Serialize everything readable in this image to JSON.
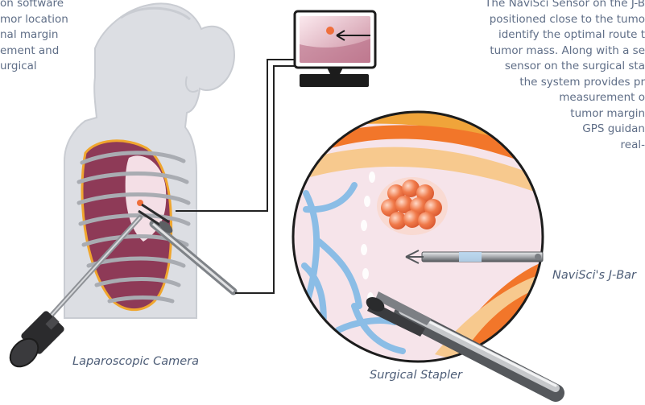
{
  "left_text": {
    "lines": [
      "on software",
      "mor location",
      "nal margin",
      "ement and",
      "urgical"
    ]
  },
  "right_text": {
    "lines": [
      "The NaviSci Sensor on the J-B",
      "positioned close to the tumo",
      "identify the optimal route t",
      "tumor mass. Along with a se",
      "sensor on the surgical sta",
      "the system provides pr",
      "measurement o",
      "tumor margin",
      "GPS guidan",
      "real-"
    ]
  },
  "labels": {
    "camera": "Laparoscopic Camera",
    "stapler": "Surgical Stapler",
    "jbar": "NaviSci's J-Bar"
  },
  "colors": {
    "text": "#5f6e87",
    "body": "#dcdee3",
    "lung": "#8e3a57",
    "tissue": "#f3dde4",
    "tumor": "#ef6f3c",
    "orange_rim": "#f28a2a",
    "vessel": "#8bbde6",
    "outline": "#1c1c1c"
  }
}
